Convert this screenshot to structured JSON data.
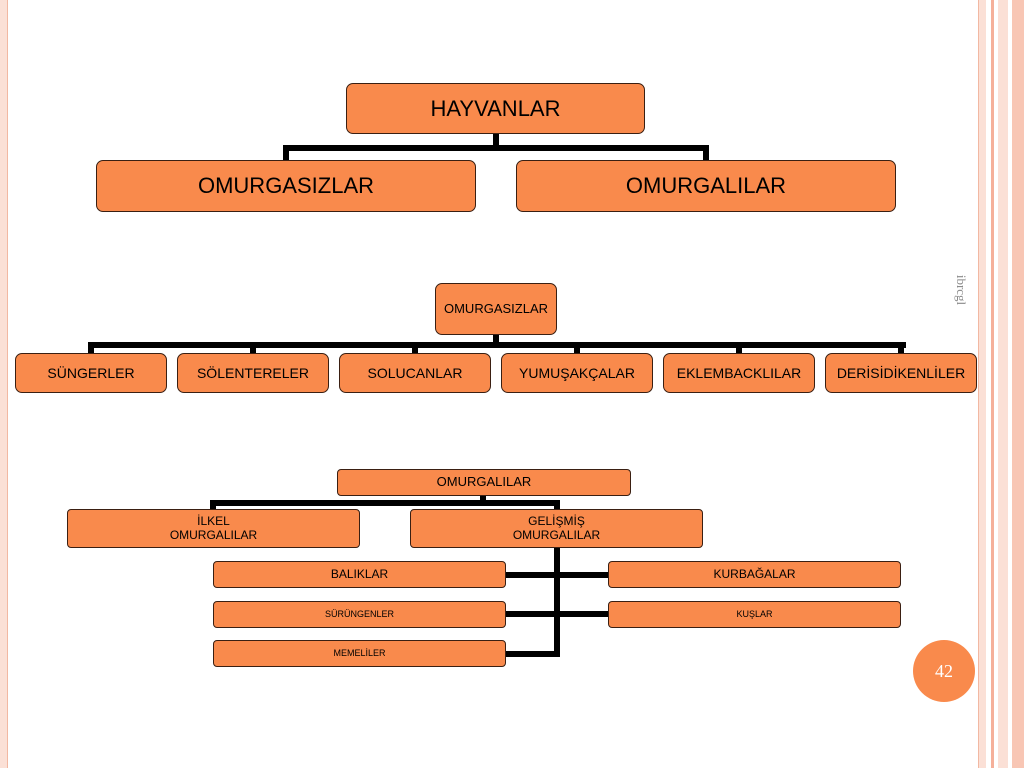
{
  "colors": {
    "box_fill": "#f98a4c",
    "box_border": "#3a1f12",
    "connector": "#000000",
    "frame": "#f5b09a",
    "page_badge": "#f98a4c"
  },
  "chart1": {
    "root": "HAYVANLAR",
    "children": [
      "OMURGASIZLAR",
      "OMURGALILAR"
    ]
  },
  "chart2": {
    "root": "OMURGASIZLAR",
    "children": [
      "SÜNGERLER",
      "SÖLENTERELER",
      "SOLUCANLAR",
      "YUMUŞAKÇALAR",
      "EKLEMBACKLILAR",
      "DERİSİDİKENLİLER"
    ]
  },
  "chart3": {
    "root": "OMURGALILAR",
    "primitive": "İLKEL\nOMURGALILAR",
    "advanced": "GELİŞMİŞ\nOMURGALILAR",
    "advanced_children": [
      "BALIKLAR",
      "SÜRÜNGENLER",
      "MEMELİLER",
      "KURBAĞALAR",
      "KUŞLAR"
    ]
  },
  "watermark": "ibrcgl",
  "page_number": "42"
}
